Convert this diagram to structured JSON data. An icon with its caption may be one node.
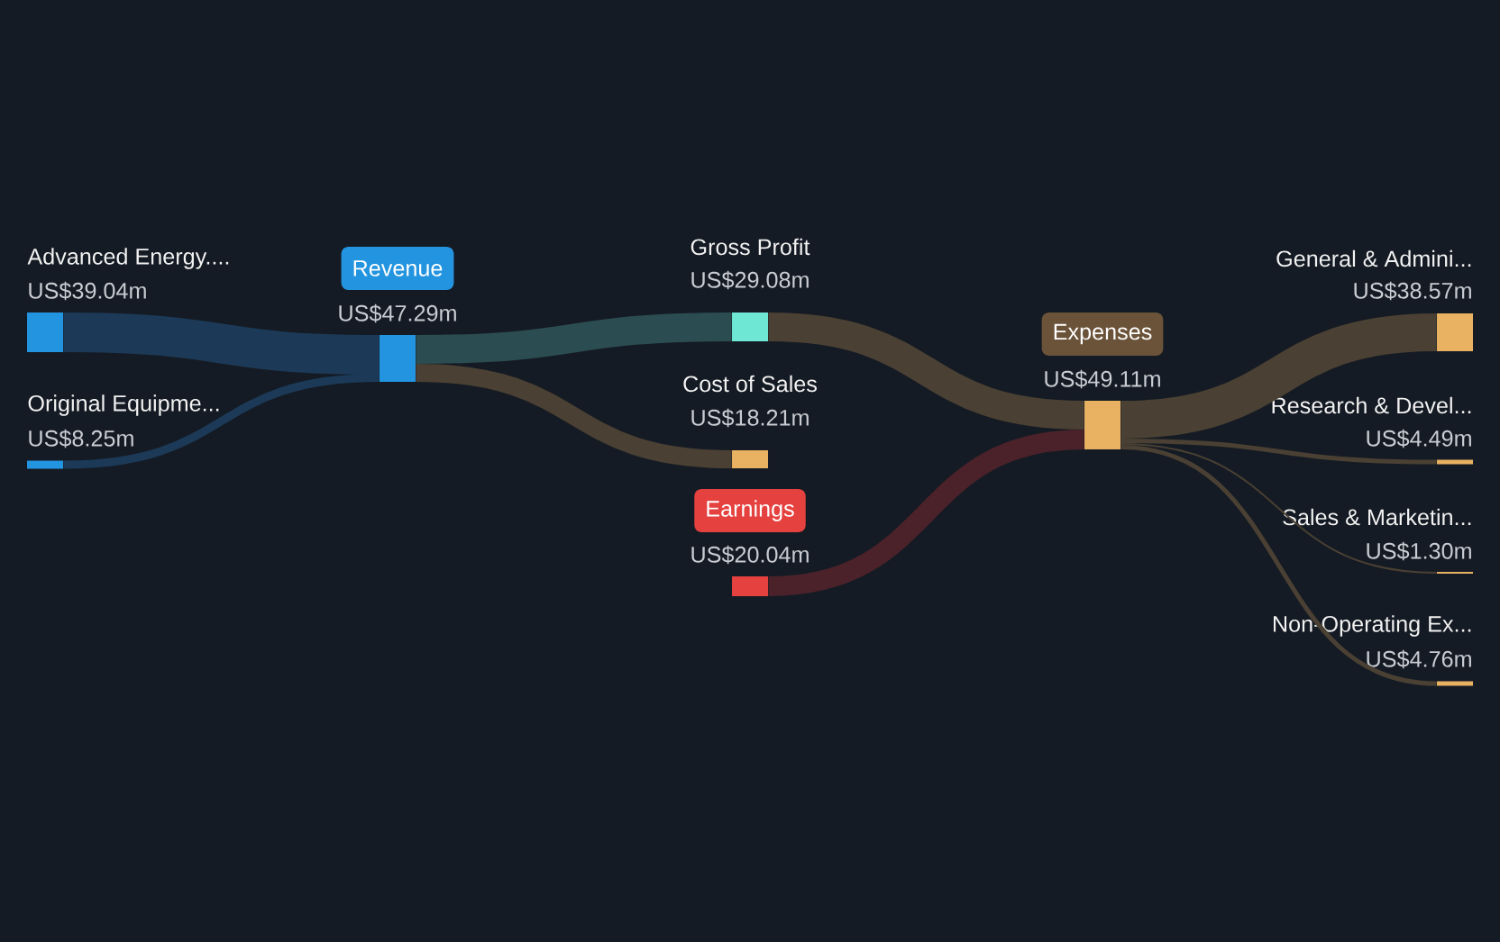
{
  "diagram": {
    "nodes": [
      {
        "text": [
          "Advanced Energy....",
          "US$39.04m"
        ]
      },
      {
        "text": [
          "Original Equipme...",
          "US$8.25m"
        ]
      },
      {
        "text": [
          "Revenue",
          "US$47.29m"
        ]
      },
      {
        "text": [
          "Gross Profit",
          "US$29.08m"
        ]
      },
      {
        "text": [
          "Cost of Sales",
          "US$18.21m"
        ]
      },
      {
        "text": [
          "Earnings",
          "US$20.04m"
        ]
      },
      {
        "text": [
          "Expenses",
          "US$49.11m"
        ]
      },
      {
        "text": [
          "General & Admini...",
          "US$38.57m"
        ]
      },
      {
        "text": [
          "Research & Devel...",
          "US$4.49m"
        ]
      },
      {
        "text": [
          "Sales & Marketin...",
          "US$1.30m"
        ]
      },
      {
        "text": [
          "Non-Operating Ex...",
          "US$4.76m"
        ]
      }
    ],
    "edges": [
      {
        "from": 0,
        "to": 2,
        "arrow": "none",
        "style": "thick",
        "color": "#1c3a57"
      },
      {
        "from": 1,
        "to": 2,
        "arrow": "none",
        "color": "#1c3a57"
      },
      {
        "from": 2,
        "to": 3,
        "arrow": "none",
        "color": "#2b4d52"
      },
      {
        "from": 2,
        "to": 4,
        "arrow": "none"
      },
      {
        "from": 3,
        "to": 6,
        "arrow": "none"
      },
      {
        "from": 5,
        "to": 6,
        "arrow": "none",
        "color": "#4b222a"
      },
      {
        "from": 6,
        "to": 7,
        "arrow": "none",
        "style": "thick"
      },
      {
        "from": 6,
        "to": 8,
        "arrow": "none"
      },
      {
        "from": 6,
        "to": 9,
        "arrow": "none"
      },
      {
        "from": 6,
        "to": 10,
        "arrow": "none"
      }
    ]
  }
}
